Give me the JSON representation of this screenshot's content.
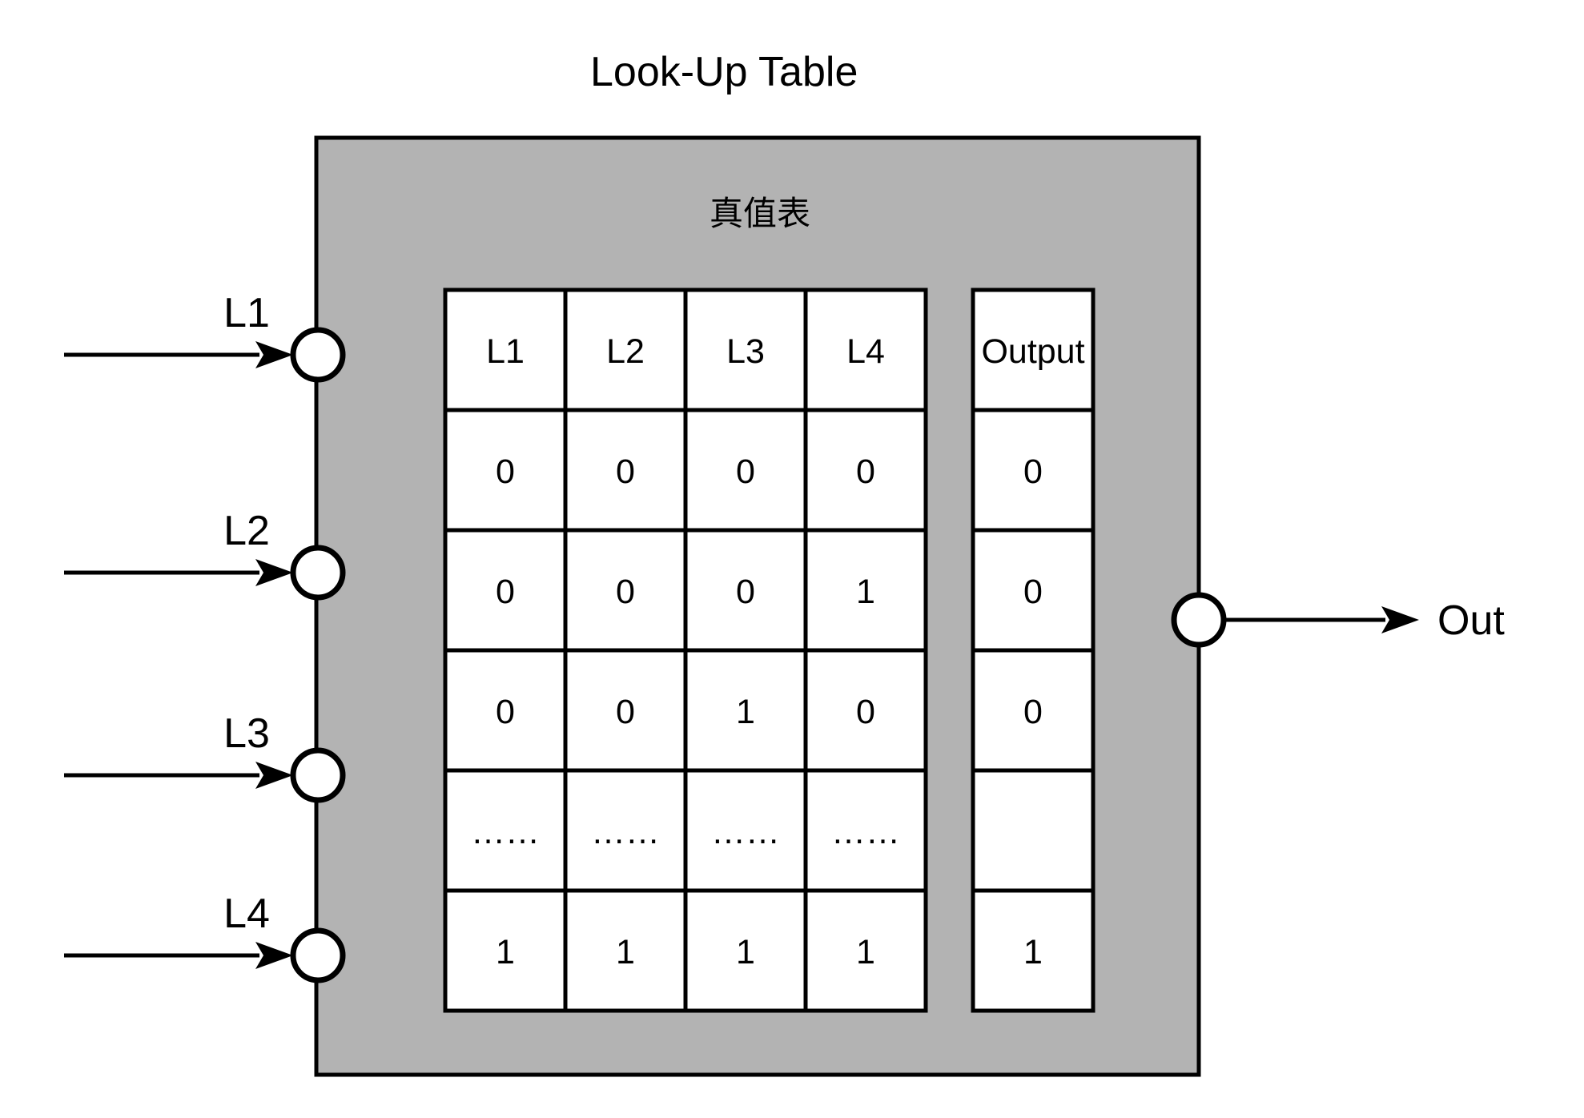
{
  "title": "Look-Up Table",
  "lut_box": {
    "label": "真值表"
  },
  "inputs": [
    {
      "label": "L1"
    },
    {
      "label": "L2"
    },
    {
      "label": "L3"
    },
    {
      "label": "L4"
    }
  ],
  "output": {
    "label": "Out"
  },
  "truth_table": {
    "headers": [
      "L1",
      "L2",
      "L3",
      "L4"
    ],
    "output_header": "Output",
    "rows": [
      [
        "0",
        "0",
        "0",
        "0"
      ],
      [
        "0",
        "0",
        "0",
        "1"
      ],
      [
        "0",
        "0",
        "1",
        "0"
      ],
      [
        "……",
        "……",
        "……",
        "……"
      ],
      [
        "1",
        "1",
        "1",
        "1"
      ]
    ],
    "output_values": [
      "0",
      "0",
      "0",
      "",
      "1"
    ]
  },
  "colors": {
    "box_fill": "#b3b3b3",
    "cell_fill": "#ffffff",
    "stroke": "#000000"
  }
}
